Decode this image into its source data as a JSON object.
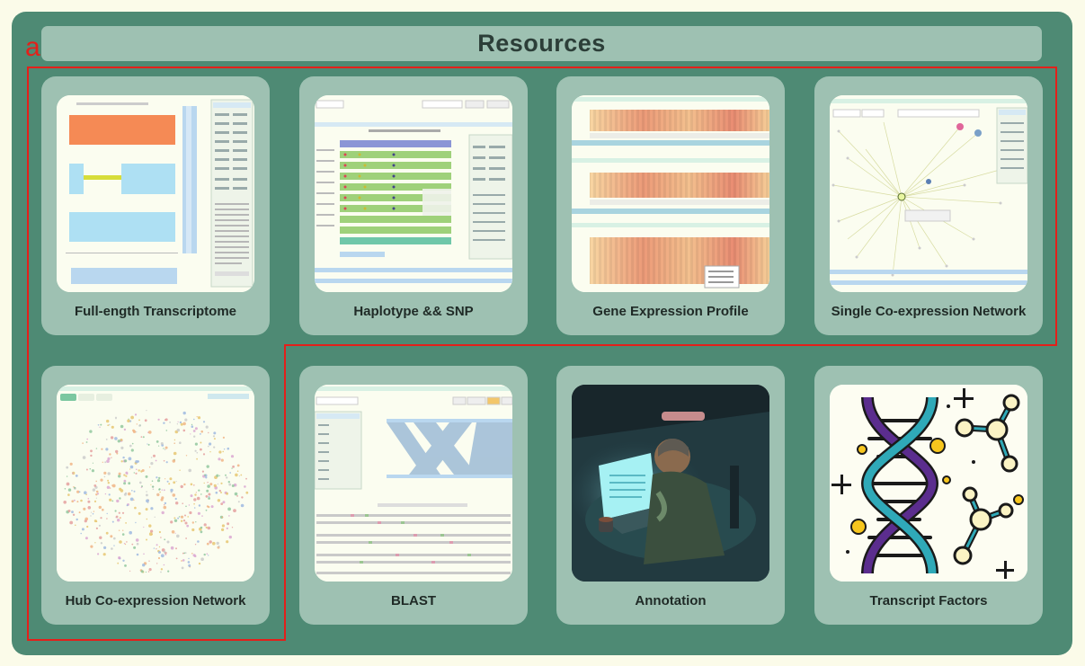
{
  "header": {
    "title": "Resources"
  },
  "annotation": {
    "label": "a",
    "color": "#e4201a"
  },
  "colors": {
    "panel": "#4e8a74",
    "card": "#9ec1b2",
    "page": "#fbfbe9"
  },
  "cards": [
    {
      "label": "Full-ength Transcriptome",
      "icon": "transcriptome-screenshot"
    },
    {
      "label": "Haplotype && SNP",
      "icon": "haplotype-snp-screenshot"
    },
    {
      "label": "Gene Expression Profile",
      "icon": "heatmap-screenshot"
    },
    {
      "label": "Single Co-expression Network",
      "icon": "network-screenshot"
    },
    {
      "label": "Hub Co-expression Network",
      "icon": "hub-network-screenshot"
    },
    {
      "label": "BLAST",
      "icon": "blast-alignment-screenshot"
    },
    {
      "label": "Annotation",
      "icon": "person-at-laptop-illustration"
    },
    {
      "label": "Transcript Factors",
      "icon": "dna-molecule-illustration"
    }
  ]
}
